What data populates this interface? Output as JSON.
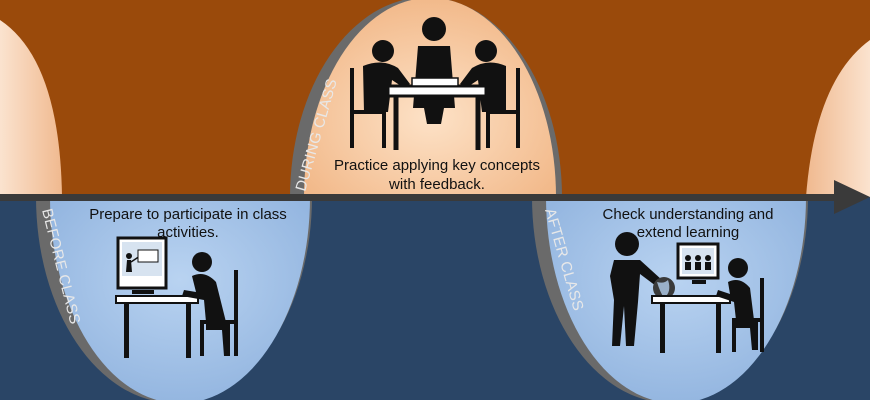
{
  "phases": [
    {
      "id": "before",
      "label": "BEFORE CLASS",
      "caption_lines": [
        "Prepare to participate in class",
        "activities."
      ]
    },
    {
      "id": "during",
      "label": "DURING CLASS",
      "caption_lines": [
        "Practice applying key concepts",
        "with feedback."
      ]
    },
    {
      "id": "after",
      "label": "AFTER CLASS",
      "caption_lines": [
        "Check understanding and",
        "extend learning"
      ]
    }
  ],
  "colors": {
    "upper_background": "#9a4a0b",
    "lower_background": "#2a4566",
    "during_bubble": "#f5c79e",
    "before_after_bubble": "#a9c6ea",
    "timeline_arrow": "#3a3a3a",
    "band": "#5a5a5a"
  },
  "icons": [
    "teacher-at-screen-icon",
    "student-at-desk-icon",
    "group-table-meeting-icon",
    "teacher-with-globe-icon",
    "video-monitor-icon",
    "student-at-computer-icon"
  ]
}
